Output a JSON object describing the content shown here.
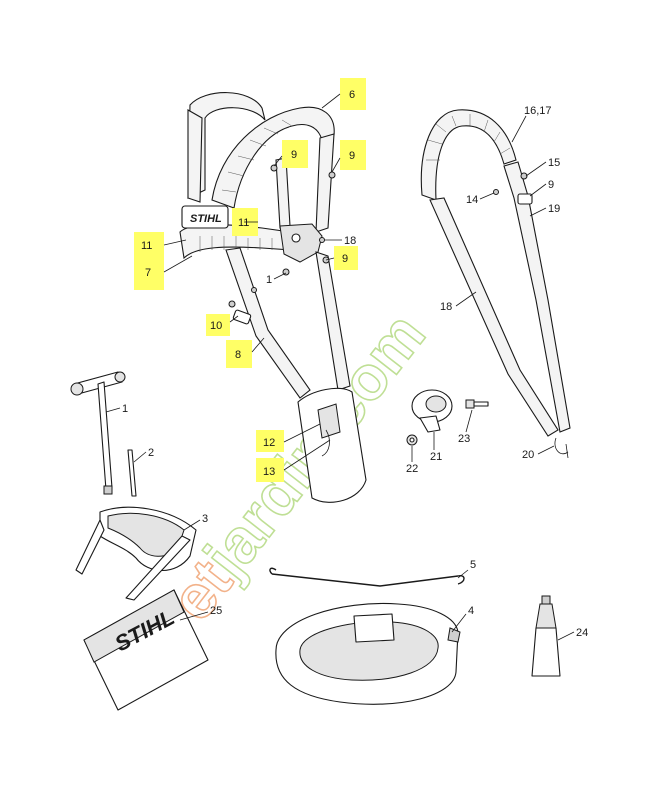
{
  "watermark": {
    "prefix": "foret",
    "suffix": "jardin.com",
    "colors": [
      "#e8742c",
      "#8cc63f"
    ]
  },
  "brand": {
    "harness_logo": "STIHL",
    "bag_logo": "STIHL"
  },
  "callout_highlight_color": "#ffff66",
  "callouts": [
    {
      "id": "c6",
      "number": "6",
      "highlighted": true
    },
    {
      "id": "c9a",
      "number": "9",
      "highlighted": true
    },
    {
      "id": "c9b",
      "number": "9",
      "highlighted": true
    },
    {
      "id": "c11a",
      "number": "11",
      "highlighted": true
    },
    {
      "id": "c11b",
      "number": "11",
      "highlighted": true
    },
    {
      "id": "c7",
      "number": "7",
      "highlighted": true
    },
    {
      "id": "c9c",
      "number": "9",
      "highlighted": true
    },
    {
      "id": "c10",
      "number": "10",
      "highlighted": true
    },
    {
      "id": "c8",
      "number": "8",
      "highlighted": true
    },
    {
      "id": "c12",
      "number": "12",
      "highlighted": true
    },
    {
      "id": "c13",
      "number": "13",
      "highlighted": true
    },
    {
      "id": "c18a",
      "number": "18",
      "highlighted": false
    },
    {
      "id": "c1a",
      "number": "1",
      "highlighted": false
    },
    {
      "id": "c1617",
      "number": "16,17",
      "highlighted": false
    },
    {
      "id": "c15",
      "number": "15",
      "highlighted": false
    },
    {
      "id": "c9d",
      "number": "9",
      "highlighted": false
    },
    {
      "id": "c14",
      "number": "14",
      "highlighted": false
    },
    {
      "id": "c19",
      "number": "19",
      "highlighted": false
    },
    {
      "id": "c18b",
      "number": "18",
      "highlighted": false
    },
    {
      "id": "c1b",
      "number": "1",
      "highlighted": false
    },
    {
      "id": "c2",
      "number": "2",
      "highlighted": false
    },
    {
      "id": "c21",
      "number": "21",
      "highlighted": false
    },
    {
      "id": "c22",
      "number": "22",
      "highlighted": false
    },
    {
      "id": "c23",
      "number": "23",
      "highlighted": false
    },
    {
      "id": "c20",
      "number": "20",
      "highlighted": false
    },
    {
      "id": "c3",
      "number": "3",
      "highlighted": false
    },
    {
      "id": "c5",
      "number": "5",
      "highlighted": false
    },
    {
      "id": "c25",
      "number": "25",
      "highlighted": false
    },
    {
      "id": "c4",
      "number": "4",
      "highlighted": false
    },
    {
      "id": "c24",
      "number": "24",
      "highlighted": false
    }
  ]
}
